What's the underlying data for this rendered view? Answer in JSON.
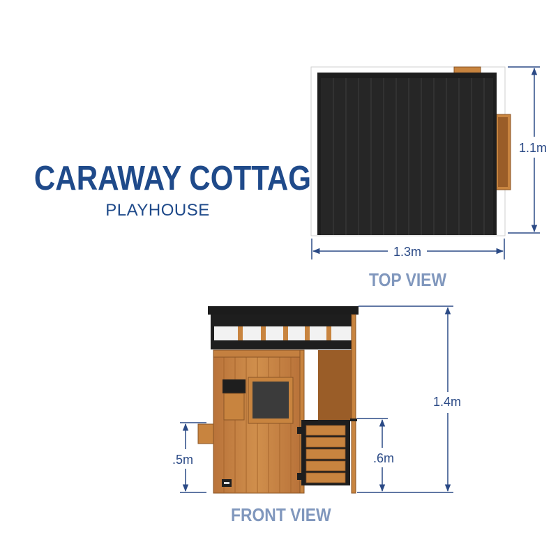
{
  "title": "CARAWAY COTTAGE",
  "subtitle": "PLAYHOUSE",
  "top_view": {
    "label": "TOP VIEW",
    "width_dim": "1.3m",
    "depth_dim": "1.1m"
  },
  "front_view": {
    "label": "FRONT VIEW",
    "height_dim": "1.4m",
    "window_height_dim": ".5m",
    "gate_height_dim": ".6m"
  },
  "colors": {
    "brand_blue": "#1f4a8a",
    "label_blue": "#8097bd",
    "dimension_line": "#2b4a86",
    "roof": "#1c1c1c",
    "wood": "#c8843f",
    "wood_dark": "#a4652a"
  }
}
